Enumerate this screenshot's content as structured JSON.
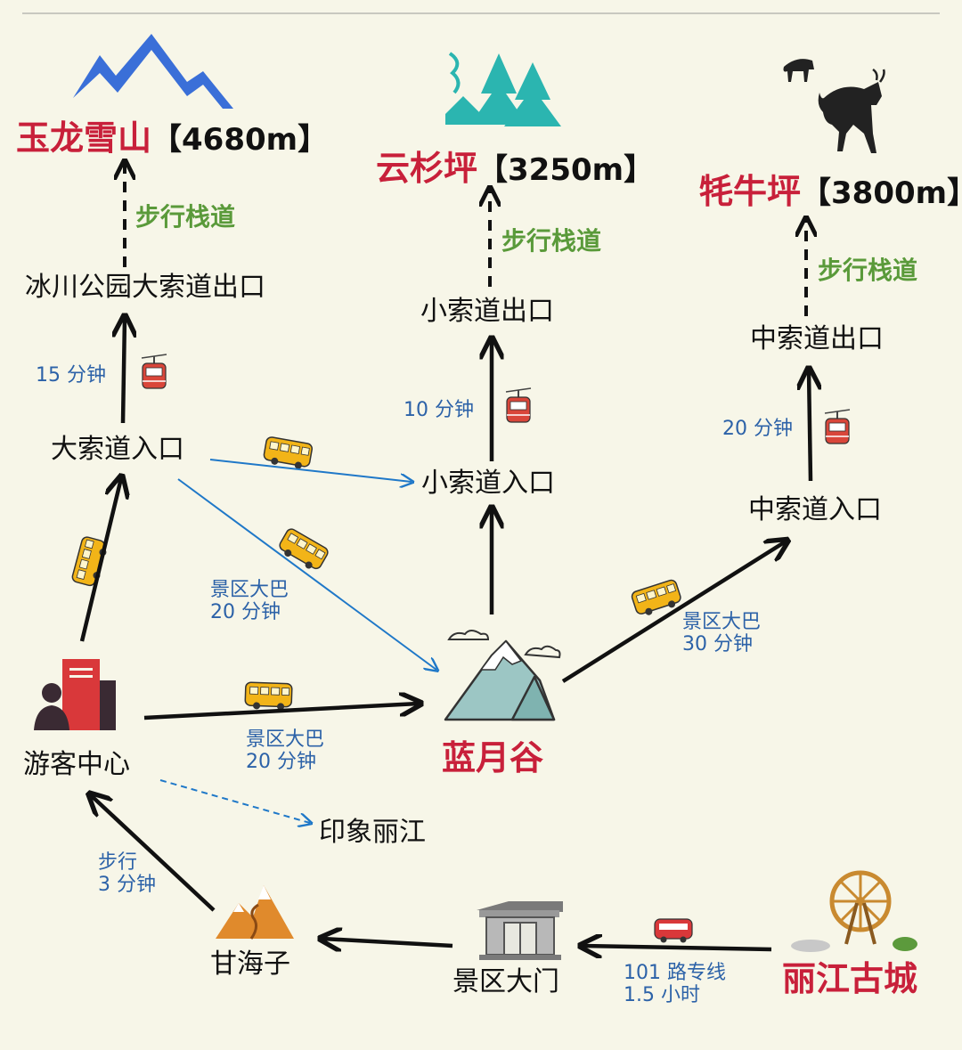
{
  "peaks": {
    "yulong": {
      "name": "玉龙雪山",
      "alt": "【4680m】"
    },
    "yunshan": {
      "name": "云杉坪",
      "alt": "【3250m】"
    },
    "maoniu": {
      "name": "牦牛坪",
      "alt": "【3800m】"
    }
  },
  "nodes": {
    "glacier_exit": "冰川公园大索道出口",
    "big_entry": "大索道入口",
    "small_exit": "小索道出口",
    "small_entry": "小索道入口",
    "mid_exit": "中索道出口",
    "mid_entry": "中索道入口",
    "visitor_center": "游客中心",
    "blue_moon": "蓝月谷",
    "impression": "印象丽江",
    "ganhaizi": "甘海子",
    "gate": "景区大门",
    "old_town": "丽江古城"
  },
  "walkways": {
    "yulong": "步行栈道",
    "yunshan": "步行栈道",
    "maoniu": "步行栈道"
  },
  "times": {
    "big_cable": "15 分钟",
    "small_cable": "10 分钟",
    "mid_cable": "20 分钟",
    "bus_big_to_bluemoon_1": "景区大巴",
    "bus_big_to_bluemoon_2": "20 分钟",
    "bus_bluemoon_to_mid_1": "景区大巴",
    "bus_bluemoon_to_mid_2": "30 分钟",
    "bus_center_to_bluemoon_1": "景区大巴",
    "bus_center_to_bluemoon_2": "20 分钟",
    "walk_ganhaizi_1": "步行",
    "walk_ganhaizi_2": "3 分钟",
    "route101_1": "101 路专线",
    "route101_2": "1.5 小时"
  },
  "colors": {
    "background": "#f7f6e8",
    "peak_red": "#c8203a",
    "walk_green": "#5a9a3a",
    "time_blue": "#2c62a8",
    "blue_line": "#1f78c8",
    "mountain_blue": "#3a6fd8",
    "tree_teal": "#2bb5b0"
  },
  "icons": [
    "mountain-icon",
    "pine-tree-icon",
    "yak-icon",
    "cable-car-icon",
    "bus-icon",
    "visitor-center-icon",
    "blue-moon-valley-icon",
    "scenic-gate-icon",
    "ganhaizi-mountain-icon",
    "waterwheel-icon"
  ]
}
